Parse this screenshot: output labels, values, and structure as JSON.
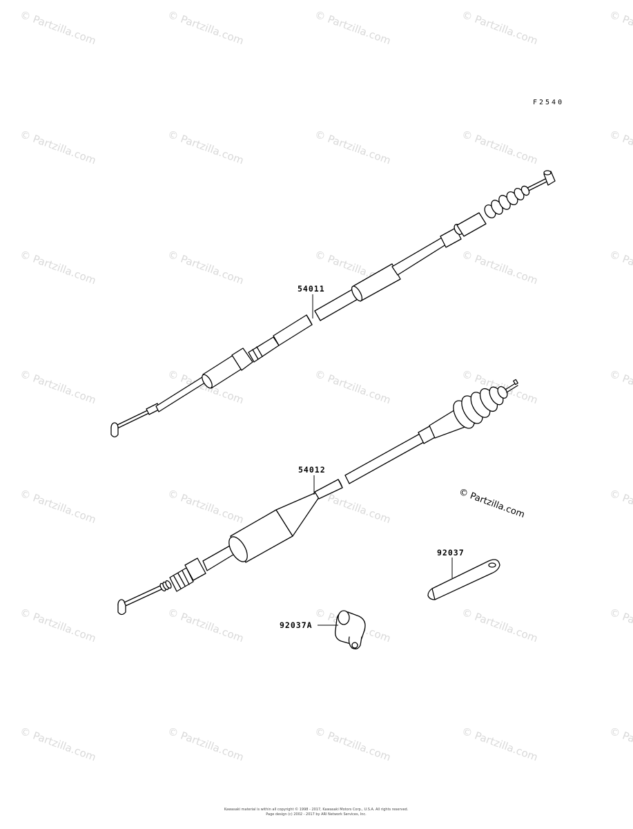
{
  "figure_code": "F2540",
  "watermark_text": "© Partzilla.com",
  "copyright_mark": "© Partzilla.com",
  "parts": [
    {
      "id": "54011",
      "label": "54011"
    },
    {
      "id": "54012",
      "label": "54012"
    },
    {
      "id": "92037",
      "label": "92037"
    },
    {
      "id": "92037A",
      "label": "92037A"
    }
  ],
  "footer": {
    "line1": "Kawasaki material is within all copyright © 1998 - 2017, Kawasaki Motors Corp., U.S.A.  All rights reserved.",
    "line2": "Page design (c) 2002 - 2017 by ARI Network Services, Inc."
  }
}
